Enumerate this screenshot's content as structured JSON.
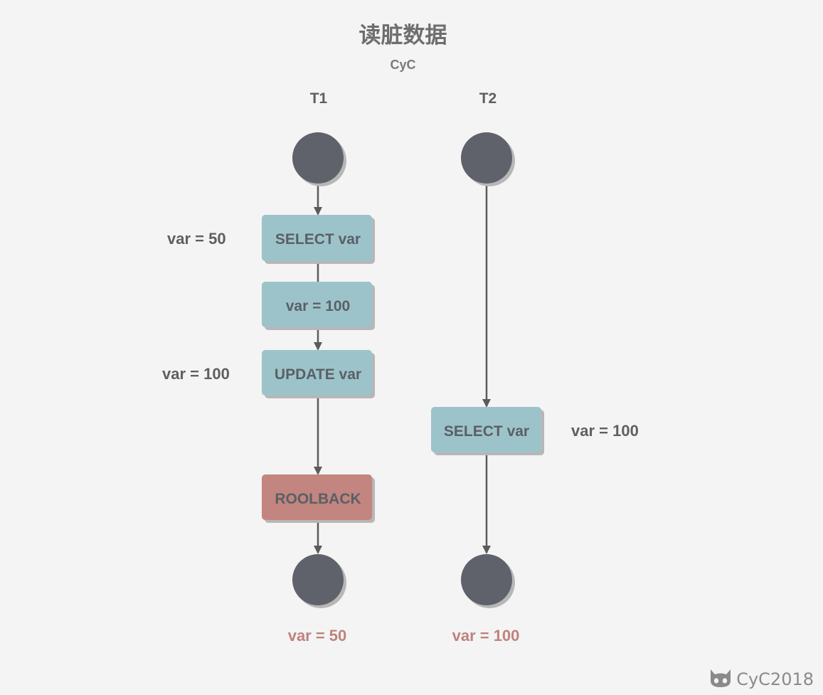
{
  "title": "读脏数据",
  "subtitle": "CyC",
  "lanes": [
    {
      "label": "T1",
      "steps": [
        {
          "label": "SELECT var",
          "side_note": "var = 50",
          "kind": "query"
        },
        {
          "label": "var = 100",
          "side_note": "",
          "kind": "query"
        },
        {
          "label": "UPDATE var",
          "side_note": "var = 100",
          "kind": "query"
        },
        {
          "label": "ROOLBACK",
          "side_note": "",
          "kind": "rollback"
        }
      ],
      "result": "var = 50"
    },
    {
      "label": "T2",
      "steps": [
        {
          "label": "SELECT var",
          "side_note": "var = 100",
          "kind": "query"
        }
      ],
      "result": "var = 100"
    }
  ],
  "watermark": "CyC2018",
  "colors": {
    "node": "#5f626a",
    "node_shadow": "#b7b7b7",
    "query_box": "#9dc3ca",
    "rollback_box": "#c2857f",
    "edge": "#5b5b5b",
    "result_text": "#c0827d",
    "background": "#f4f4f4"
  }
}
